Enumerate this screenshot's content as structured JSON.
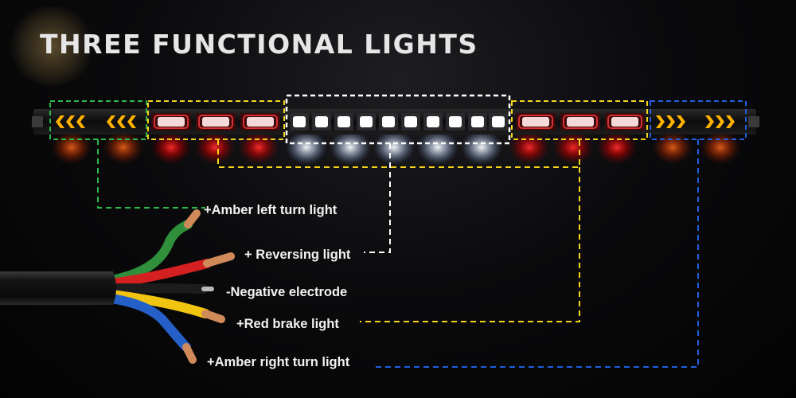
{
  "title": "THREE FUNCTIONAL LIGHTS",
  "labels": {
    "amber_left": "+Amber left turn light",
    "reversing": "+ Reversing light",
    "negative": "-Negative electrode",
    "red_brake": "+Red brake light",
    "amber_right": "+Amber right turn light"
  },
  "colors": {
    "green": "#2fb84a",
    "yellow": "#f5d31b",
    "white": "#ffffff",
    "blue": "#1f5fe0",
    "amber": "#ffb300",
    "red": "#ff2626",
    "wire_green": "#2f8f3a",
    "wire_red": "#d42020",
    "wire_black": "#1a1a1a",
    "wire_yellow": "#f1c40f",
    "wire_blue": "#2560c8",
    "copper": "#d08a5a"
  },
  "icons": [
    "amber-left-chevron-icon",
    "amber-right-chevron-icon"
  ]
}
